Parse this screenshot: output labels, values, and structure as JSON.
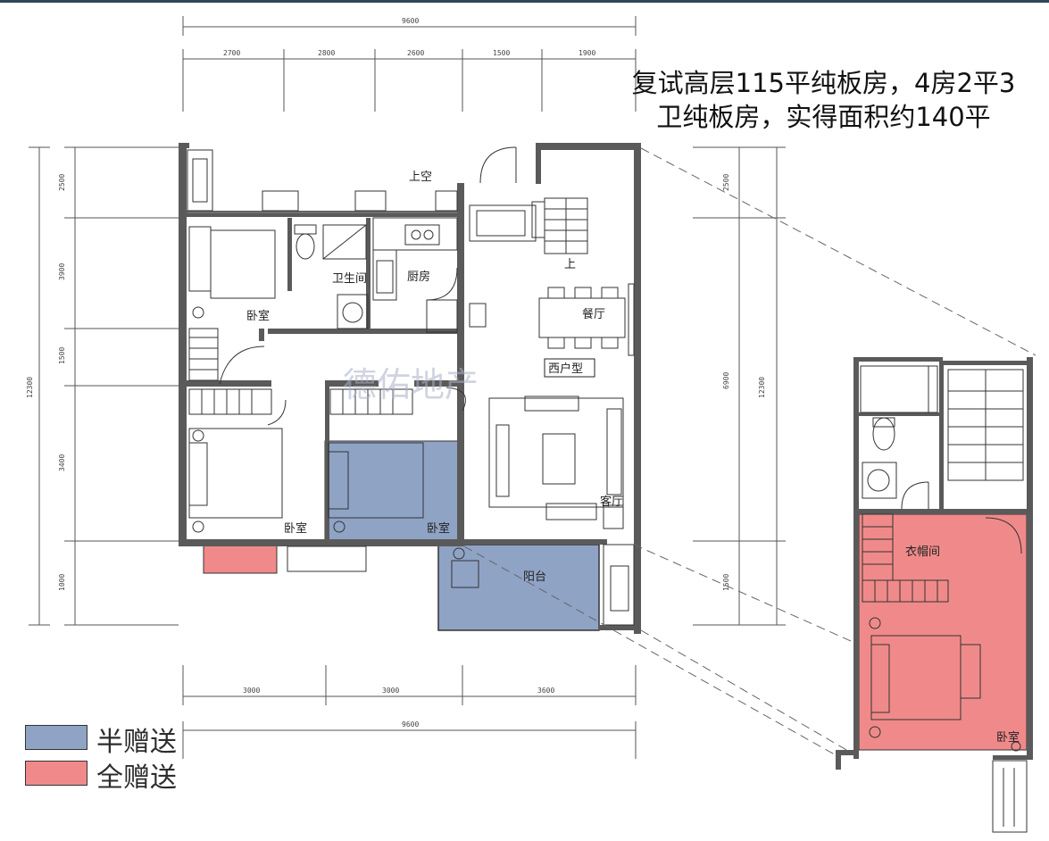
{
  "header": {
    "title_line1": "复试高层115平纯板房，4房2平3",
    "title_line2": "卫纯板房，实得面积约140平"
  },
  "watermark": "德佑地产",
  "rooms": {
    "entry_top": "上空",
    "bathroom": "卫生间",
    "kitchen": "厨房",
    "dining": "餐厅",
    "bedroom_1": "卧室",
    "bedroom_2": "卧室",
    "bedroom_3": "卧室",
    "living": "客厅",
    "balcony": "阳台",
    "stair_up": "上",
    "household_type": "西户型",
    "cloakroom": "衣帽间",
    "upper_bedroom": "卧室"
  },
  "dimensions": {
    "top_total": "9600",
    "top_segments": [
      "2700",
      "2800",
      "2600",
      "1500",
      "1900"
    ],
    "bottom_total": "9600",
    "bottom_segments": [
      "3000",
      "3000",
      "3600"
    ],
    "left_total": "12300",
    "left_segments": [
      "2500",
      "3900",
      "1500",
      "3400",
      "1000"
    ],
    "right_total": "12300",
    "right_segments": [
      "2500",
      "6900",
      "1500"
    ]
  },
  "legend": [
    {
      "label": "半赠送",
      "color": "#8fa3c5"
    },
    {
      "label": "全赠送",
      "color": "#f08a8a"
    }
  ],
  "colors": {
    "wall": "#5a5a5a",
    "half_gift": "#8fa3c5",
    "full_gift": "#f08a8a",
    "top_bar": "#2e4756"
  }
}
